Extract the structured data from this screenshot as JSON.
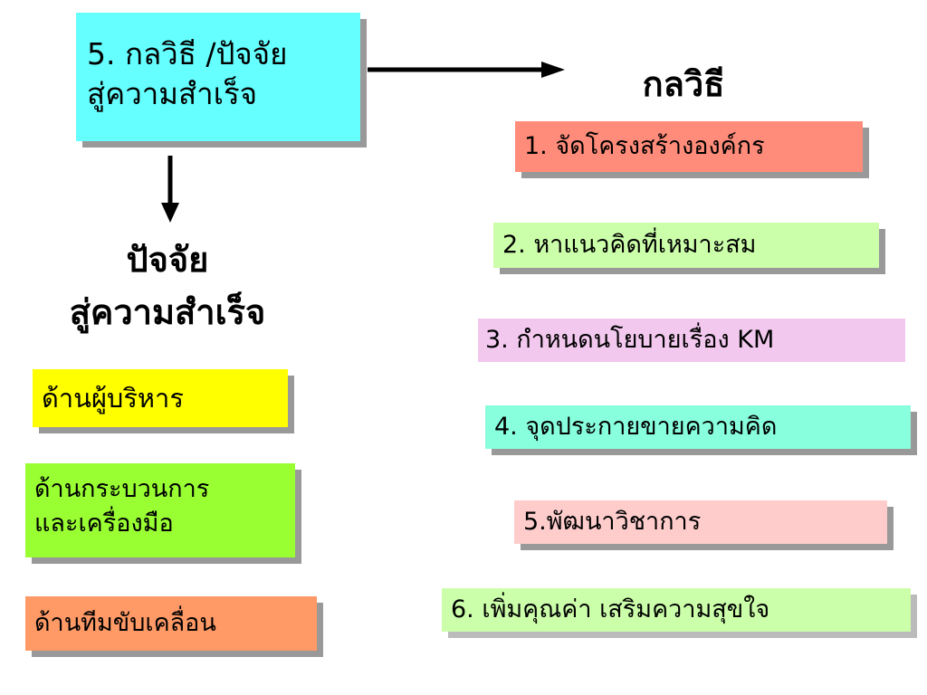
{
  "main_box": {
    "line1": "5. กลวิธี /ปัจจัย",
    "line2": "สู่ความสำเร็จ",
    "color": "#66ffff"
  },
  "strategy_heading": "กลวิธี",
  "factor_heading": {
    "line1": "ปัจจัย",
    "line2": "สู่ความสำเร็จ"
  },
  "factors": [
    {
      "label": "ด้านผู้บริหาร",
      "color": "#ffff00"
    },
    {
      "line1": "ด้านกระบวนการ",
      "line2": "และเครื่องมือ",
      "color": "#99ff33"
    },
    {
      "label": "ด้านทีมขับเคลื่อน",
      "color": "#ff9966"
    }
  ],
  "strategies": [
    {
      "label": "1. จัดโครงสร้างองค์กร",
      "color": "#ff8c7a"
    },
    {
      "label": "2. หาแนวคิดที่เหมาะสม",
      "color": "#ccffaa"
    },
    {
      "label": "3. กำหนดนโยบายเรื่อง KM",
      "color": "#f2c8ee"
    },
    {
      "label": "4. จุดประกายขายความคิด",
      "color": "#88ffdd"
    },
    {
      "label": "5.พัฒนาวิชาการ",
      "color": "#ffcccc"
    },
    {
      "label": "6. เพิ่มคุณค่า เสริมความสุขใจ",
      "color": "#ccffaa"
    }
  ],
  "shadow_color": "#999999",
  "arrow_color": "#000000"
}
